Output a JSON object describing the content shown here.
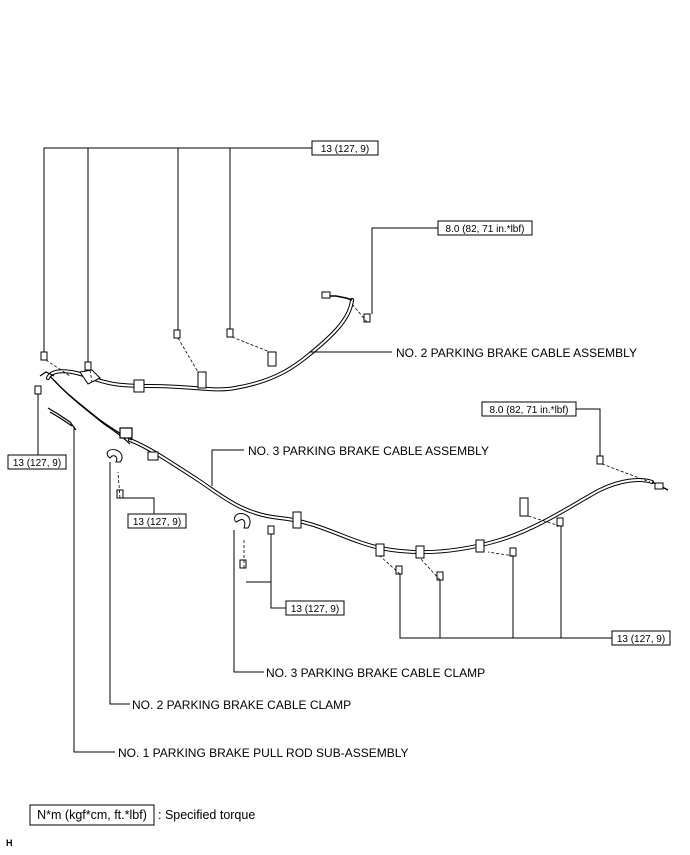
{
  "torque_boxes": {
    "top": "13 (127, 9)",
    "right_upper": "8.0 (82, 71 in.*lbf)",
    "right_middle": "8.0 (82, 71 in.*lbf)",
    "left": "13 (127, 9)",
    "center_left": "13 (127, 9)",
    "center": "13 (127, 9)",
    "bottom_right": "13 (127, 9)"
  },
  "callouts": {
    "cable2": "NO. 2 PARKING BRAKE CABLE ASSEMBLY",
    "cable3": "NO. 3 PARKING BRAKE CABLE ASSEMBLY",
    "clamp3": "NO. 3 PARKING BRAKE CABLE CLAMP",
    "clamp2": "NO. 2 PARKING BRAKE CABLE CLAMP",
    "pullrod": "NO. 1 PARKING BRAKE PULL ROD SUB-ASSEMBLY"
  },
  "legend": {
    "unit_box": "N*m (kgf*cm, ft.*lbf)",
    "description": ": Specified torque"
  },
  "corner_mark": "H"
}
